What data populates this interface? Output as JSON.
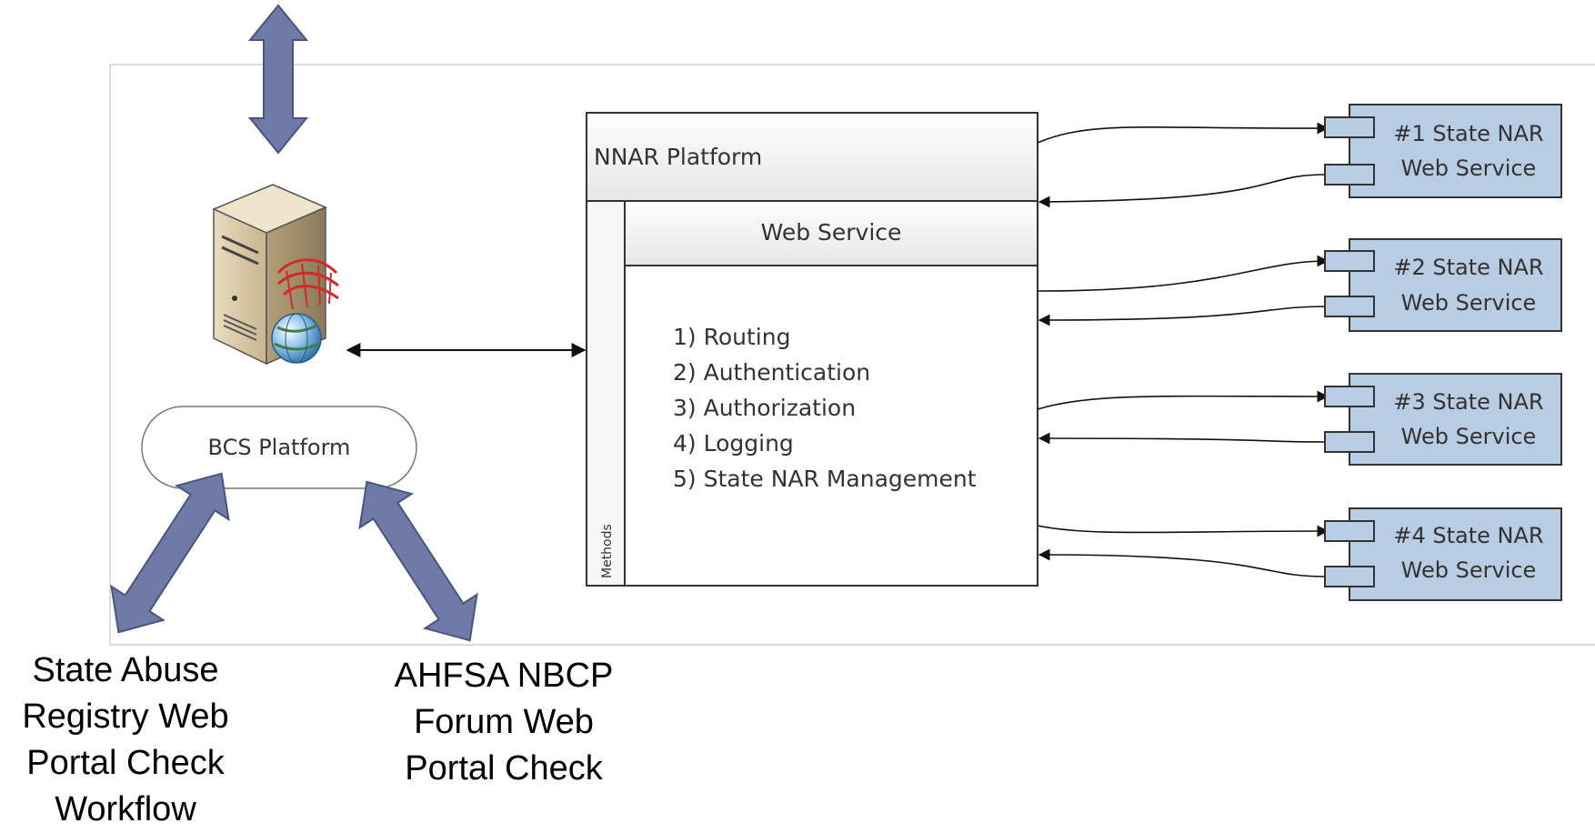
{
  "nnar": {
    "title": "NNAR Platform",
    "web_service": "Web Service",
    "methods_label": "Methods",
    "items": [
      "1) Routing",
      "2) Authentication",
      "3) Authorization",
      "4) Logging",
      "5) State NAR Management"
    ]
  },
  "bcs": {
    "label": "BCS Platform"
  },
  "states": [
    {
      "line1": "#1 State NAR",
      "line2": "Web Service"
    },
    {
      "line1": "#2 State NAR",
      "line2": "Web Service"
    },
    {
      "line1": "#3 State NAR",
      "line2": "Web Service"
    },
    {
      "line1": "#4 State NAR",
      "line2": "Web Service"
    }
  ],
  "bottom_labels": {
    "left": [
      "State Abuse",
      "Registry Web",
      "Portal Check",
      "Workflow"
    ],
    "right": [
      "AHFSA NBCP",
      "Forum Web",
      "Portal Check"
    ]
  },
  "colors": {
    "state_box": "#b8cce4",
    "big_arrow": "#6f7aa6",
    "outline": "#333333"
  },
  "icons": [
    "server-icon",
    "database-icon",
    "globe-icon"
  ]
}
